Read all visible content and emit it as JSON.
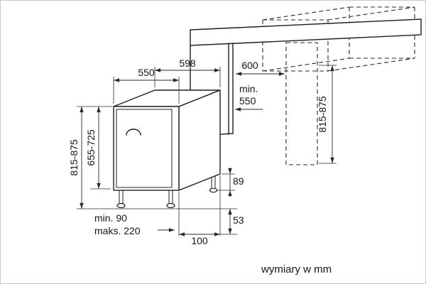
{
  "diagram": {
    "unit_note": "wymiary w mm",
    "colors": {
      "line": "#222222",
      "background": "#ffffff",
      "frame": "#c9c9c9"
    },
    "dims": {
      "width_top": "550",
      "depth_top": "598",
      "niche_width": "600",
      "niche_depth_line1": "min.",
      "niche_depth_line2": "550",
      "appliance_height": "815-875",
      "door_height": "655-725",
      "adjacent_height": "815-875",
      "rear_foot": "89",
      "base_gap": "53",
      "rear_offset": "100",
      "plinth_min": "min. 90",
      "plinth_max": "maks. 220"
    }
  }
}
